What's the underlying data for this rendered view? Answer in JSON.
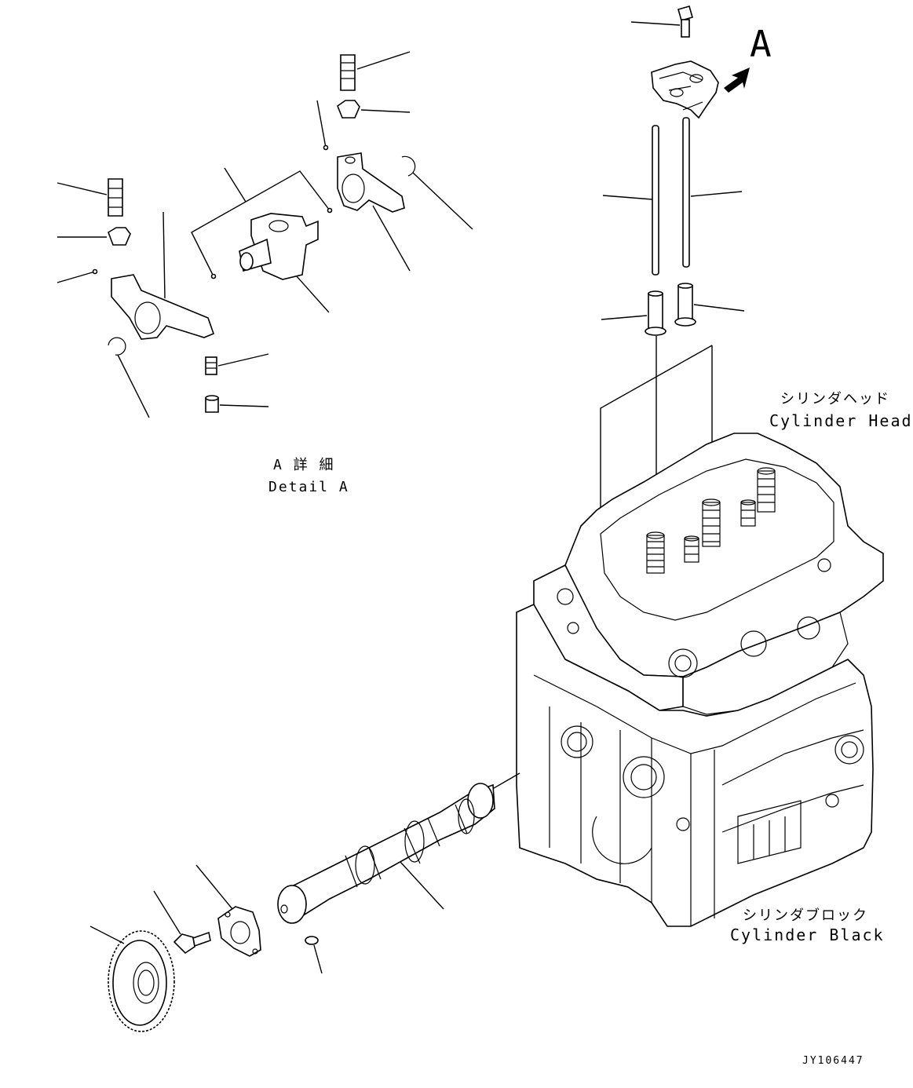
{
  "labels": {
    "view_marker": "A",
    "detail_jp": "A 詳 細",
    "detail_en": "Detail A",
    "cylinder_head_jp": "シリンダヘッド",
    "cylinder_head_en": "Cylinder Head",
    "cylinder_block_jp": "シリンダブロック",
    "cylinder_block_en": "Cylinder Black",
    "drawing_number": "JY106447"
  }
}
